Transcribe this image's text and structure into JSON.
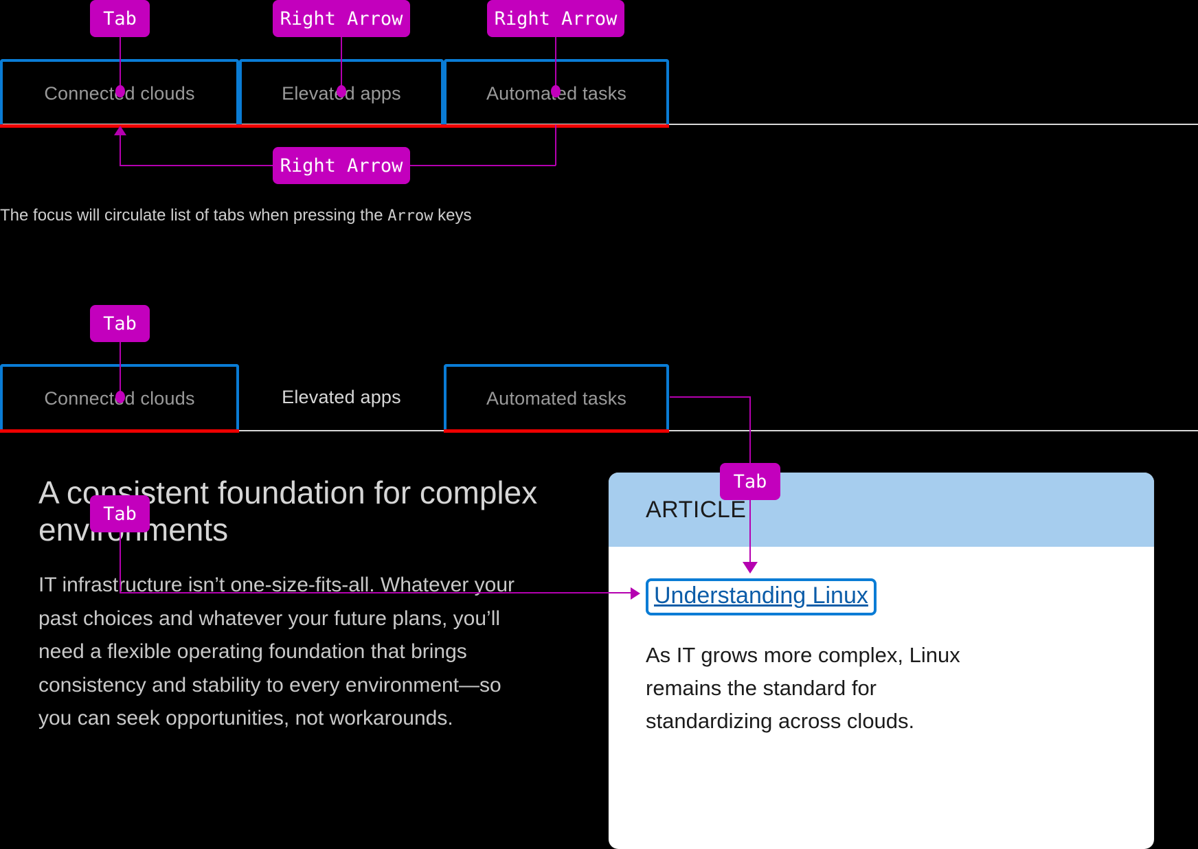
{
  "keys": {
    "tab": "Tab",
    "right_arrow": "Right Arrow"
  },
  "section_one": {
    "tabs": [
      {
        "label": "Connected clouds",
        "state": "focused-selected"
      },
      {
        "label": "Elevated apps",
        "state": "focused"
      },
      {
        "label": "Automated tasks",
        "state": "focused"
      }
    ],
    "callouts": [
      {
        "key": "Tab",
        "target": "Connected clouds"
      },
      {
        "key": "Right Arrow",
        "target": "Elevated apps"
      },
      {
        "key": "Right Arrow",
        "target": "Automated tasks"
      },
      {
        "key": "Right Arrow",
        "target": "Connected clouds (wrap around)"
      }
    ],
    "caption_prefix": "The focus will circulate list of tabs when pressing the ",
    "caption_mono": "Arrow",
    "caption_suffix": " keys"
  },
  "section_two": {
    "tabs": [
      {
        "label": "Connected clouds",
        "state": "focused-selected"
      },
      {
        "label": "Elevated apps",
        "state": "plain"
      },
      {
        "label": "Automated tasks",
        "state": "focused"
      }
    ],
    "callouts": [
      {
        "key": "Tab",
        "target": "Connected clouds"
      },
      {
        "key": "Tab",
        "target": "tab panel content"
      },
      {
        "key": "Tab",
        "target": "Understanding Linux link"
      }
    ],
    "panel": {
      "heading": "A consistent foundation for complex environments",
      "paragraph": "IT infrastructure isn’t one-size-fits-all. Whatever your past choices and whatever your future plans, you’ll need a flexible operating foundation that brings consistency and stability to every environment—so you can seek opportunities, not workarounds."
    },
    "card": {
      "eyebrow": "ARTICLE",
      "link": "Understanding Linux",
      "body": "As IT grows more complex, Linux remains the standard for standardizing across clouds."
    }
  },
  "colors": {
    "focus_blue": "#0a7cd5",
    "selected_red": "#ee0000",
    "callout_magenta": "#c300bd",
    "card_header_blue": "#a6cdee"
  }
}
